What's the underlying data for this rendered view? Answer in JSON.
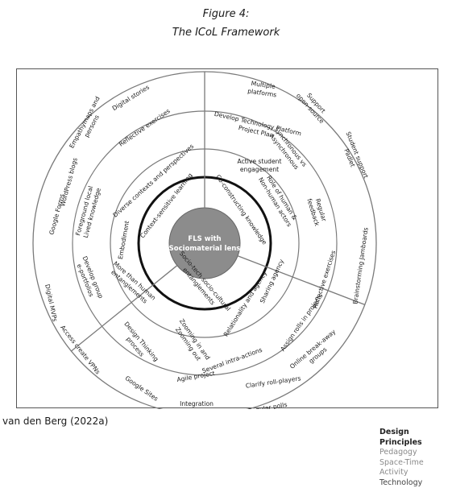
{
  "figure_label": "Figure 4:",
  "figure_title": "The ICoL Framework",
  "source_note": "van den Berg (2022a)",
  "center_label": [
    "FLS with",
    "Sociomaterial lens"
  ],
  "legend": {
    "title": "Design Principles",
    "items": [
      "Pedagogy",
      "Space-Time Activity",
      "Technology"
    ]
  },
  "colors": {
    "hub": "#8c8c8c",
    "line": "#7a7a7a",
    "heavy": "#111111",
    "text": "#1a1a1a"
  },
  "labels": {
    "inner_ring": [
      "Context-sensitive learning",
      "Co-constructing knowledge",
      "Socio-tech socio-cultural entanglements"
    ],
    "pedagogy_ring": [
      "Diverse contexts and perspectives",
      "Active student engagement",
      "Role of human & Non-human actors",
      "Embodiment",
      "More than human entanglements",
      "Relationality and agency",
      "Sharing agency"
    ],
    "activity_ring": [
      "Reflective exercises",
      "Develop Technology Platform Project Plan",
      "Synchronous vs Asynchronous",
      "Regular feedback",
      "Foreground local Lived knowledge",
      "Develop group e-portfolios",
      "Design Thinking process",
      "Zooming in and Zooming out",
      "Agile project",
      "Several intra-actions",
      "Clarify roll-players",
      "Assign rolls in projects",
      "Reflective exercises",
      "Online break-away groups"
    ],
    "technology_ring": [
      "Digital stories",
      "Empathymaps and persons",
      "Multiple platforms",
      "Support open-source",
      "Student support Padlet",
      "WordPress blogs",
      "Google Forms",
      "Digital MVPs",
      "Access create VPNs",
      "Google Sites",
      "Integration with LMS",
      "Regular polls",
      "Brainstorming Jamboards"
    ]
  }
}
